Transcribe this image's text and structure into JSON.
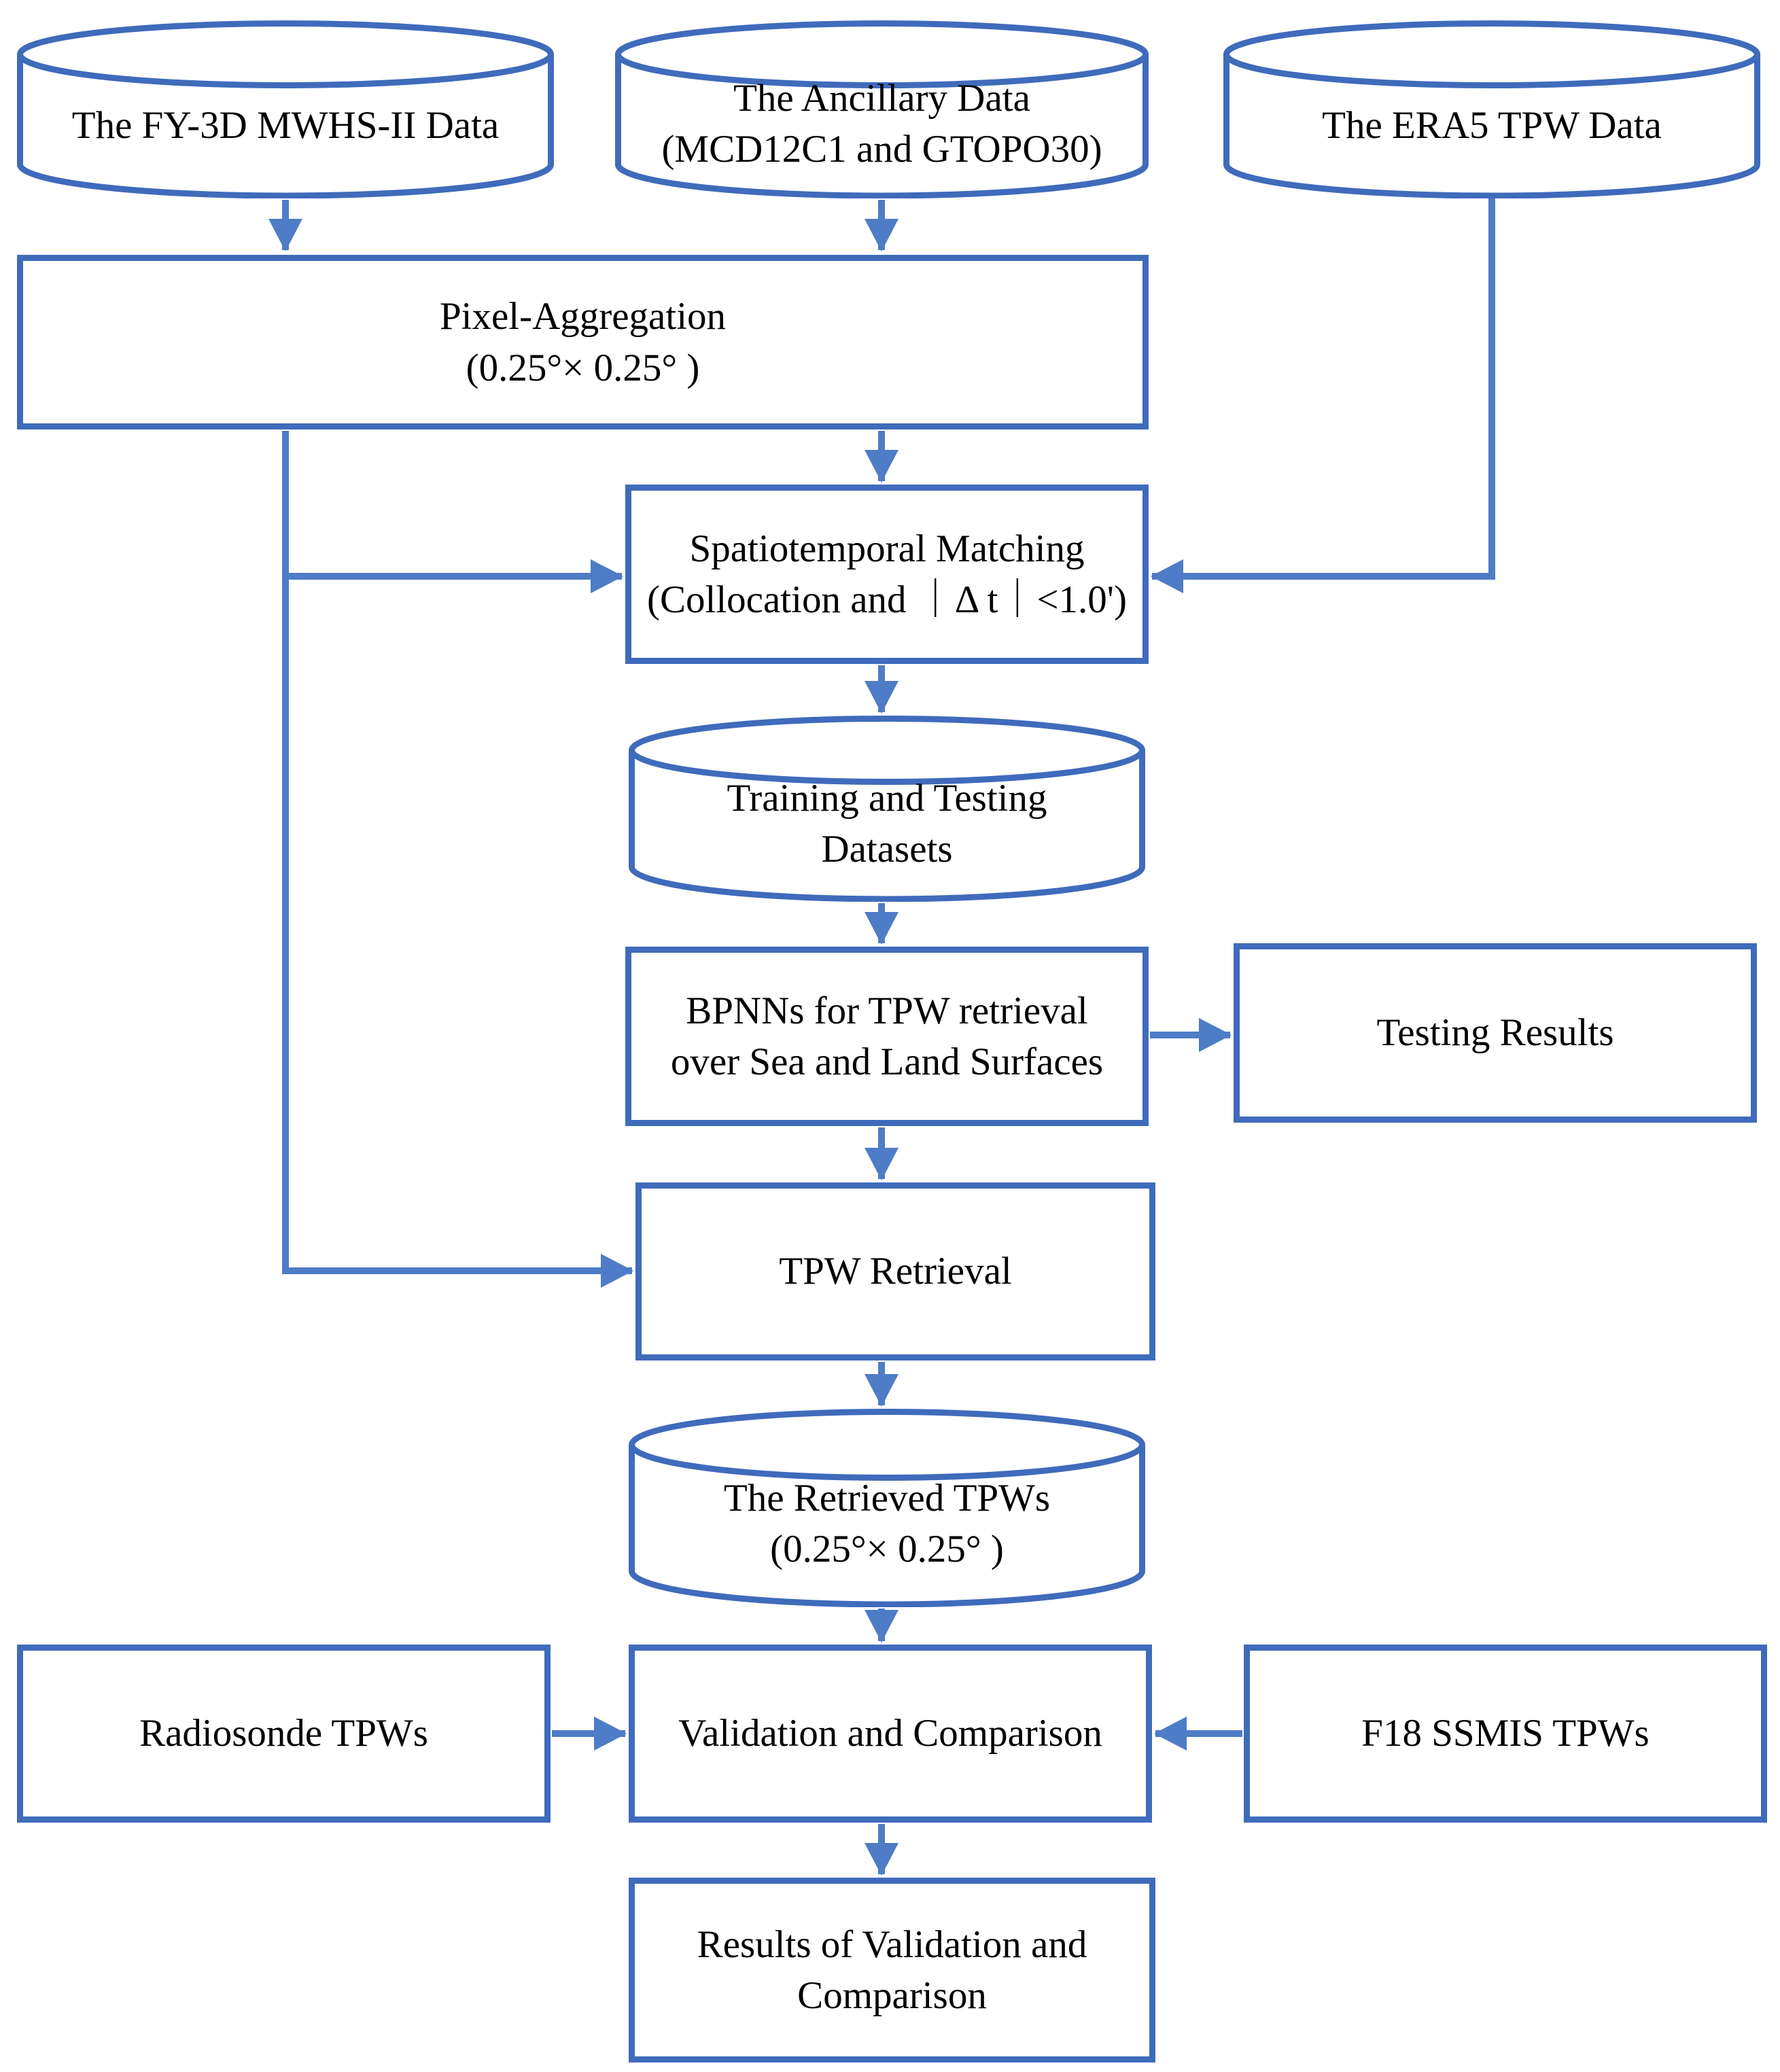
{
  "diagram": {
    "type": "flowchart",
    "colors": {
      "shape_border": "#3f6bbb",
      "connector": "#4e7cc6",
      "shape_fill": "#ffffff",
      "text": "#000000",
      "background": "#ffffff"
    },
    "nodes": {
      "fy3d": {
        "shape": "cylinder",
        "lines": [
          "The FY-3D MWHS-II Data"
        ]
      },
      "ancillary": {
        "shape": "cylinder",
        "lines": [
          "The Ancillary Data",
          "(MCD12C1 and GTOPO30)"
        ]
      },
      "era5": {
        "shape": "cylinder",
        "lines": [
          "The ERA5 TPW Data"
        ]
      },
      "pixel_agg": {
        "shape": "process",
        "lines": [
          "Pixel-Aggregation",
          "(0.25°× 0.25° )"
        ]
      },
      "matching": {
        "shape": "process",
        "lines": [
          "Spatiotemporal Matching",
          "(Collocation and ｜Δ t｜<1.0')"
        ]
      },
      "training": {
        "shape": "cylinder",
        "lines": [
          "Training and Testing",
          "Datasets"
        ]
      },
      "bpnn": {
        "shape": "process",
        "lines": [
          "BPNNs for TPW retrieval",
          "over Sea and Land Surfaces"
        ]
      },
      "testing": {
        "shape": "process",
        "lines": [
          "Testing Results"
        ]
      },
      "tpw": {
        "shape": "process",
        "lines": [
          "TPW Retrieval"
        ]
      },
      "retrieved": {
        "shape": "cylinder",
        "lines": [
          "The Retrieved TPWs",
          "(0.25°× 0.25° )"
        ]
      },
      "radiosonde": {
        "shape": "process",
        "lines": [
          "Radiosonde TPWs"
        ]
      },
      "validation": {
        "shape": "process",
        "lines": [
          "Validation and Comparison"
        ]
      },
      "f18": {
        "shape": "process",
        "lines": [
          "F18 SSMIS TPWs"
        ]
      },
      "results": {
        "shape": "process",
        "lines": [
          "Results of Validation and",
          "Comparison"
        ]
      }
    },
    "edges": [
      {
        "from": "fy3d",
        "to": "pixel_agg",
        "enters": "top"
      },
      {
        "from": "ancillary",
        "to": "pixel_agg",
        "enters": "top"
      },
      {
        "from": "era5",
        "to": "matching",
        "enters": "right"
      },
      {
        "from": "pixel_agg",
        "to": "matching",
        "enters": "top"
      },
      {
        "from": "pixel_agg",
        "to": "matching",
        "enters": "left"
      },
      {
        "from": "pixel_agg",
        "to": "tpw",
        "enters": "left"
      },
      {
        "from": "matching",
        "to": "training",
        "enters": "top"
      },
      {
        "from": "training",
        "to": "bpnn",
        "enters": "top"
      },
      {
        "from": "bpnn",
        "to": "testing",
        "enters": "left"
      },
      {
        "from": "bpnn",
        "to": "tpw",
        "enters": "top"
      },
      {
        "from": "tpw",
        "to": "retrieved",
        "enters": "top"
      },
      {
        "from": "retrieved",
        "to": "validation",
        "enters": "top"
      },
      {
        "from": "radiosonde",
        "to": "validation",
        "enters": "left"
      },
      {
        "from": "f18",
        "to": "validation",
        "enters": "right"
      },
      {
        "from": "validation",
        "to": "results",
        "enters": "top"
      }
    ]
  }
}
